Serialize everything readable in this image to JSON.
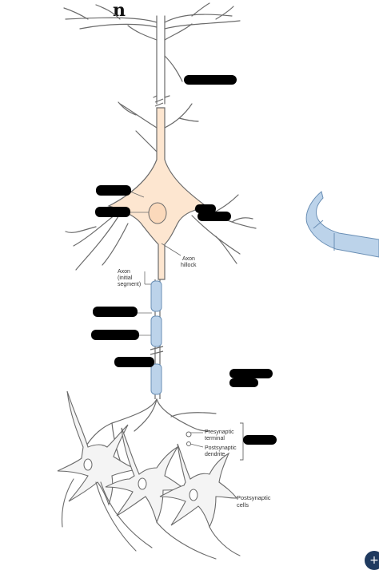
{
  "header": {
    "letter": "n"
  },
  "labels": {
    "axon_hillock_line1": "Axon",
    "axon_hillock_line2": "hillock",
    "axon_initial_line1": "Axon",
    "axon_initial_line2": "(initial",
    "axon_initial_line3": "segment)",
    "presynaptic_line1": "Presynaptic",
    "presynaptic_line2": "terminal",
    "postsynaptic_line1": "Postsynaptic",
    "postsynaptic_line2": "dendrite",
    "postsynaptic_cells_line1": "Postsynaptic",
    "postsynaptic_cells_line2": "cells"
  },
  "colors": {
    "cell_body": "#fde6d0",
    "outline": "#6b6b6b",
    "myelin": "#bcd3ea",
    "myelin_outline": "#6a8fb5",
    "redaction": "#000000",
    "postsynaptic_fill": "#f4f4f4"
  },
  "corner_button": {
    "icon": "plus-icon",
    "glyph": "+"
  }
}
